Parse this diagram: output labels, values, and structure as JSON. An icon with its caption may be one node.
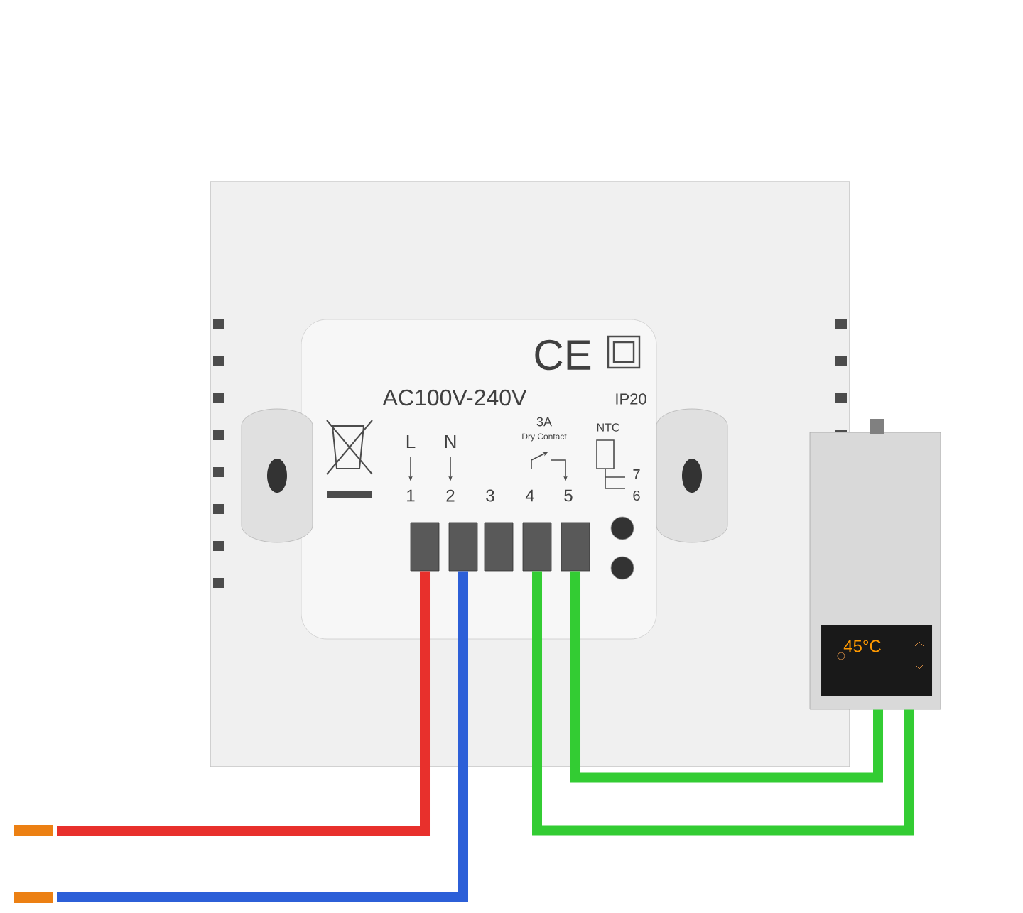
{
  "diagram": {
    "nodes": [
      {
        "text": [],
        "shape": "box"
      },
      {
        "text": [],
        "shape": "box",
        "in": 0
      },
      {
        "text": [],
        "shape": "box",
        "in": 0
      },
      {
        "text": [],
        "shape": "box",
        "in": 0
      },
      {
        "text": [],
        "shape": "box",
        "in": 0
      },
      {
        "text": [],
        "shape": "box",
        "in": 0
      },
      {
        "text": [],
        "shape": "picture"
      }
    ],
    "edges": [
      {
        "from": 1,
        "to": null,
        "arrow": "none",
        "color": "#e8302c"
      },
      {
        "from": 2,
        "to": null,
        "arrow": "none",
        "color": "#2c5fd8"
      },
      {
        "from": 4,
        "to": 6,
        "arrow": "none"
      },
      {
        "from": 5,
        "to": 6,
        "arrow": "none"
      }
    ],
    "labels": [
      "AC100V-240V",
      "CE",
      "IP20",
      "L",
      "N",
      "1",
      "2",
      "3",
      "4",
      "5",
      "3A",
      "Dry Contact",
      "NTC",
      "7",
      "6",
      "45°C"
    ]
  }
}
